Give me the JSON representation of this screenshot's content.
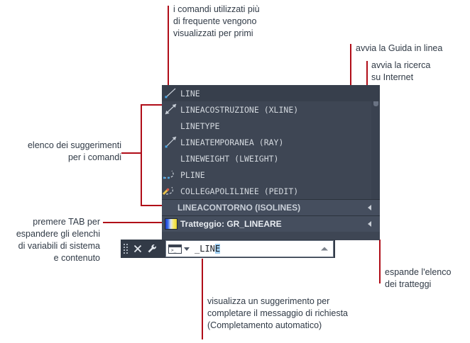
{
  "annotations": {
    "top_left": "i comandi utilizzati più\ndi frequente vengono\nvisualizzati per primi",
    "help": "avvia la Guida in linea",
    "search": "avvia la ricerca\nsu Internet",
    "suggestions": "elenco dei suggerimenti\nper i comandi",
    "tab": "premere TAB per\nespandere gli elenchi\ndi variabili di sistema\ne contenuto",
    "hatch": "espande l'elenco\ndei tratteggi",
    "autocomplete": "visualizza un suggerimento per\ncompletare il messaggio di richiesta\n(Completamento automatico)"
  },
  "panel": {
    "items": [
      {
        "label": "LINE",
        "icon": "line-icon",
        "has_icon": true,
        "kind": "command"
      },
      {
        "label": "LINEACOSTRUZIONE (XLINE)",
        "icon": "xline-icon",
        "has_icon": true,
        "kind": "command"
      },
      {
        "label": "LINETYPE",
        "icon": "none",
        "has_icon": false,
        "kind": "command"
      },
      {
        "label": "LINEATEMPORANEA (RAY)",
        "icon": "ray-icon",
        "has_icon": true,
        "kind": "command"
      },
      {
        "label": "LINEWEIGHT (LWEIGHT)",
        "icon": "none",
        "has_icon": false,
        "kind": "command"
      },
      {
        "label": "PLINE",
        "icon": "polyline-icon",
        "has_icon": true,
        "kind": "command"
      },
      {
        "label": "COLLEGAPOLILINEE (PEDIT)",
        "icon": "edit-polyline-icon",
        "has_icon": true,
        "kind": "command"
      }
    ],
    "sub_items": [
      {
        "label": "LINEACONTORNO (ISOLINES)",
        "swatch": false,
        "arrow": "caret-left-icon"
      },
      {
        "label": "Tratteggio: GR_LINEARE",
        "swatch": true,
        "arrow": "caret-left-icon"
      }
    ],
    "header_icons": {
      "help_glyph": "?",
      "help_name": "help-icon",
      "search_name": "internet-search-icon"
    }
  },
  "command_line": {
    "value": "_LIN",
    "selection": "E",
    "icons": {
      "grip": "drag-grip-icon",
      "close": "close-icon",
      "customize": "wrench-icon",
      "prompt": "console-prompt-icon",
      "dropdown": "chevron-down-icon",
      "expand": "chevron-up-icon"
    },
    "close_glyph": "✕"
  },
  "colors": {
    "panel_bg": "#3e4654",
    "panel_header_bg": "#373f4c",
    "sub_row_bg": "#454e5e",
    "accent_red": "#b00d18",
    "text_light": "#d3d8de",
    "selection_blue": "#9ecdf0"
  }
}
